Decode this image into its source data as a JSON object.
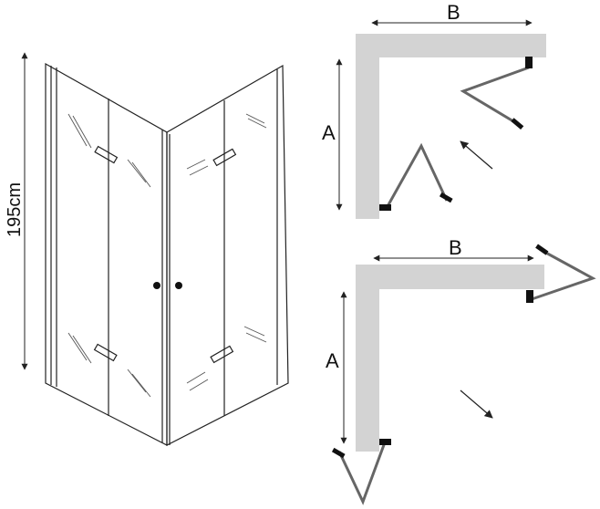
{
  "height_label": "195cm",
  "top_plan": {
    "width_label": "B",
    "depth_label": "A"
  },
  "bottom_plan": {
    "width_label": "B",
    "depth_label": "A"
  },
  "colors": {
    "wall": "#d3d3d3",
    "line": "#222222",
    "door": "#666666",
    "hinge": "#111111"
  }
}
